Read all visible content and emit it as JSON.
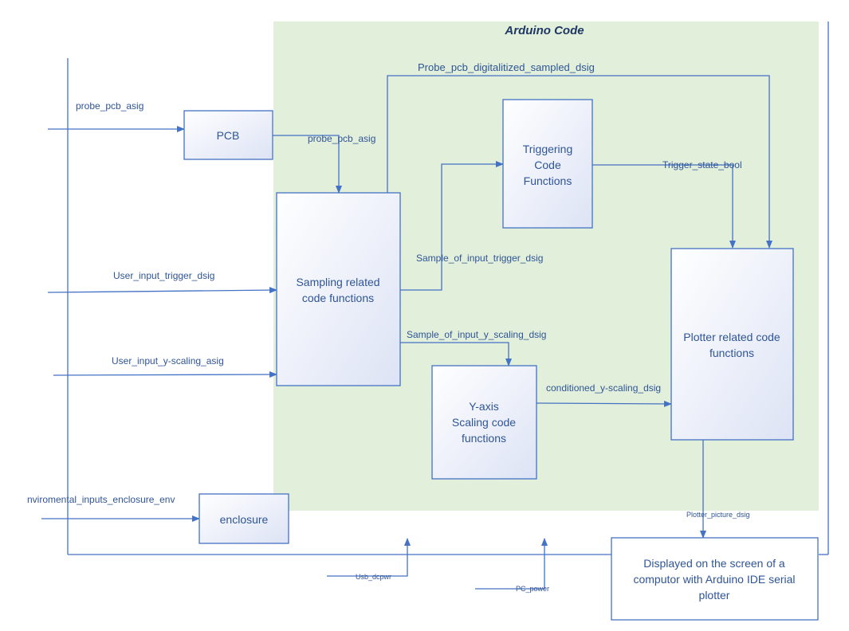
{
  "container": {
    "title": "Arduino Code"
  },
  "blocks": {
    "pcb": "PCB",
    "triggering": [
      "Triggering",
      "Code",
      "Functions"
    ],
    "sampling": [
      "Sampling related",
      "code functions"
    ],
    "plotter": [
      "Plotter related code",
      "functions"
    ],
    "yaxis": [
      "Y-axis",
      "Scaling code",
      "functions"
    ],
    "enclosure": "enclosure",
    "display": [
      "Displayed on the screen of a",
      "computor with Arduino IDE serial",
      "plotter"
    ]
  },
  "signals": {
    "probe_in": "probe_pcb_asig",
    "probe_pcb": "probe_pcb_asig",
    "digitalized": "Probe_pcb_digitalitized_sampled_dsig",
    "trigger_state": "Trigger_state_bool",
    "user_trigger": "User_input_trigger_dsig",
    "sample_trigger": "Sample_of_input_trigger_dsig",
    "user_yscaling": "User_input_y-scaling_asig",
    "sample_yscaling": "Sample_of_input_y_scaling_dsig",
    "conditioned": "conditioned_y-scaling_dsig",
    "env": "nviromental_inputs_enclosure_env",
    "plotter_picture": "Plotter_picture_dsig",
    "usb": "Usb_dcpwr",
    "pc_power": "PC_power"
  },
  "colors": {
    "region_fill": "#e2efda",
    "box_fill_top": "#ffffff",
    "box_fill_bottom": "#dee4f5",
    "line": "#4472c4"
  }
}
